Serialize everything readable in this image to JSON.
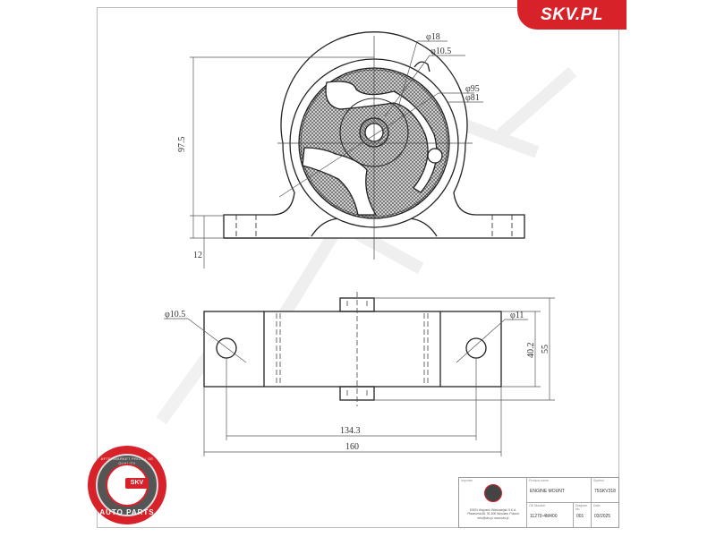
{
  "brand": {
    "label": "SKV.PL",
    "color": "#d8222a"
  },
  "logo": {
    "ring_top_text": "AFTERMARKET PRICE / OE QUALITY",
    "center_text": "SKV",
    "ring_bottom_text": "AUTO PARTS"
  },
  "watermark": "SKV.PL",
  "top_view": {
    "dimensions": {
      "height_overall": "97.5",
      "foot_thickness": "12",
      "diameter_18": "φ18",
      "diameter_10_5_top": "φ10.5",
      "diameter_95": "φ95",
      "diameter_81": "φ81"
    }
  },
  "bottom_view": {
    "dimensions": {
      "hole_left": "φ10.5",
      "hole_right": "φ11",
      "hole_spacing": "134.3",
      "overall_length": "160",
      "inner_width": "40.2",
      "overall_width": "55"
    }
  },
  "title_block": {
    "importer_label": "Importer",
    "importer_text": "ESEN Wojciech Wielowiejski S.K.A.",
    "importer_address": "Piaseczna 65, 51-600 Wrocław, Poland",
    "importer_contact": "info@skv.pl, www.skv.pl",
    "product_name_label": "Product name",
    "product_name": "ENGINE MOUNT",
    "symbol_label": "Symbol",
    "symbol": "75SKV318",
    "oe_number_label": "OE Number",
    "oe_number": "11270-4M400",
    "diagram_no_label": "Diagram No.",
    "diagram_no": "001",
    "date_label": "Date",
    "date": "03/2025"
  }
}
